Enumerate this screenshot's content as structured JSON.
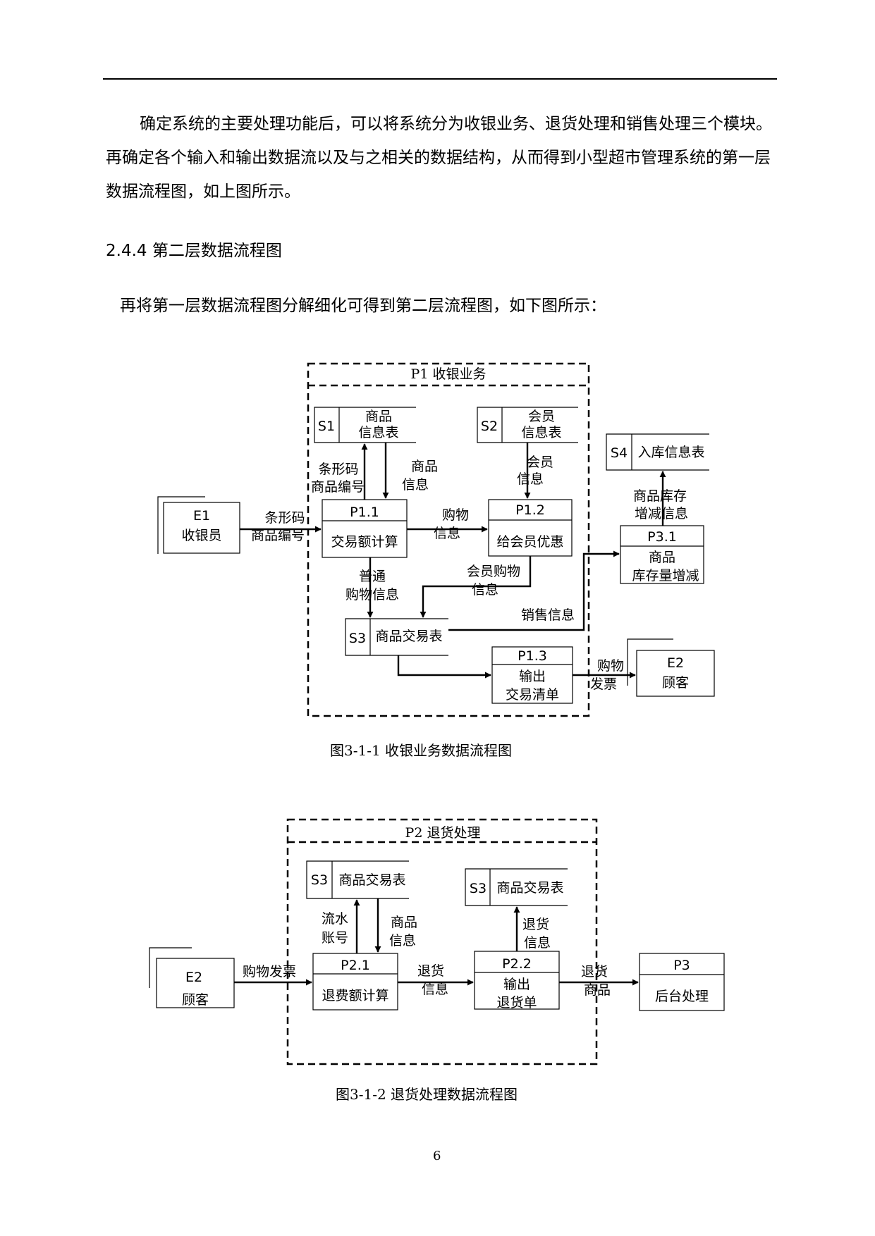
{
  "text": {
    "intro_paragraph": "确定系统的主要处理功能后，可以将系统分为收银业务、退货处理和销售处理三个模块。再确定各个输入和输出数据流以及与之相关的数据结构，从而得到小型超市管理系统的第一层数据流程图，如上图所示。",
    "section_heading": "2.4.4 第二层数据流程图",
    "lead_paragraph": "再将第一层数据流程图分解细化可得到第二层流程图，如下图所示：",
    "page_number": "6"
  },
  "figure1": {
    "boundary_title": "P1 收银业务",
    "caption": "图3-1-1 收银业务数据流程图",
    "entities": {
      "e1_id": "E1",
      "e1_name": "收银员",
      "e2_id": "E2",
      "e2_name": "顾客"
    },
    "stores": {
      "s1_id": "S1",
      "s1_name_1": "商品",
      "s1_name_2": "信息表",
      "s2_id": "S2",
      "s2_name_1": "会员",
      "s2_name_2": "信息表",
      "s3_id": "S3",
      "s3_name": "商品交易表",
      "s4_id": "S4",
      "s4_name": "入库信息表"
    },
    "processes": {
      "p11_id": "P1.1",
      "p11_name": "交易额计算",
      "p12_id": "P1.2",
      "p12_name": "给会员优惠",
      "p13_id": "P1.3",
      "p13_name_1": "输出",
      "p13_name_2": "交易清单",
      "p31_id": "P3.1",
      "p31_name_1": "商品",
      "p31_name_2": "库存量增减"
    },
    "flows": {
      "barcode_1": "条形码",
      "barcode_2": "商品编号",
      "s1_up_1": "条形码",
      "s1_up_2": "商品编号",
      "s1_down_1": "商品",
      "s1_down_2": "信息",
      "member_1": "会员",
      "member_2": "信息",
      "shopping_1": "购物",
      "shopping_2": "信息",
      "normal_1": "普通",
      "normal_2": "购物信息",
      "memberbuy_1": "会员购物",
      "memberbuy_2": "信息",
      "sales": "销售信息",
      "stock_1": "商品库存",
      "stock_2": "增减信息",
      "invoice_1": "购物",
      "invoice_2": "发票"
    }
  },
  "figure2": {
    "boundary_title": "P2 退货处理",
    "caption": "图3-1-2 退货处理数据流程图",
    "entities": {
      "e2_id": "E2",
      "e2_name": "顾客"
    },
    "stores": {
      "s3a_id": "S3",
      "s3a_name": "商品交易表",
      "s3b_id": "S3",
      "s3b_name": "商品交易表"
    },
    "processes": {
      "p21_id": "P2.1",
      "p21_name": "退费额计算",
      "p22_id": "P2.2",
      "p22_name_1": "输出",
      "p22_name_2": "退货单",
      "p3_id": "P3",
      "p3_name": "后台处理"
    },
    "flows": {
      "invoice": "购物发票",
      "serial_1": "流水",
      "serial_2": "账号",
      "goodsinfo_1": "商品",
      "goodsinfo_2": "信息",
      "return_1": "退货",
      "return_2": "信息",
      "returninfo_1": "退货",
      "returninfo_2": "信息",
      "returngoods_1": "退货",
      "returngoods_2": "商品"
    }
  }
}
